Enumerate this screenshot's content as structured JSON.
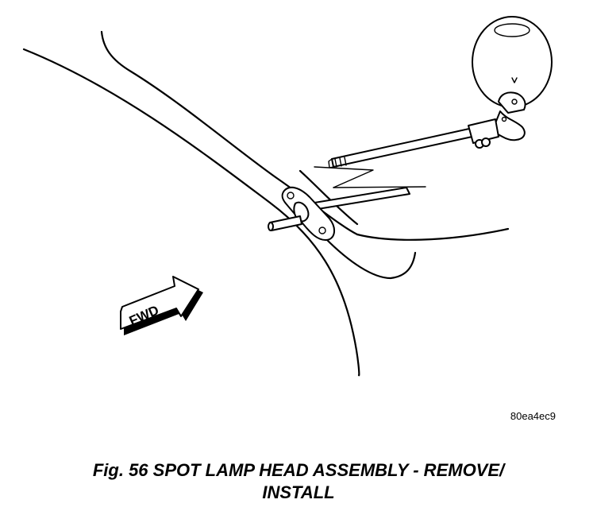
{
  "figure": {
    "arrow_label": "FWD",
    "ref_code": "80ea4ec9",
    "caption_line1": "Fig. 56 SPOT LAMP HEAD ASSEMBLY - REMOVE/",
    "caption_line2": "INSTALL"
  }
}
